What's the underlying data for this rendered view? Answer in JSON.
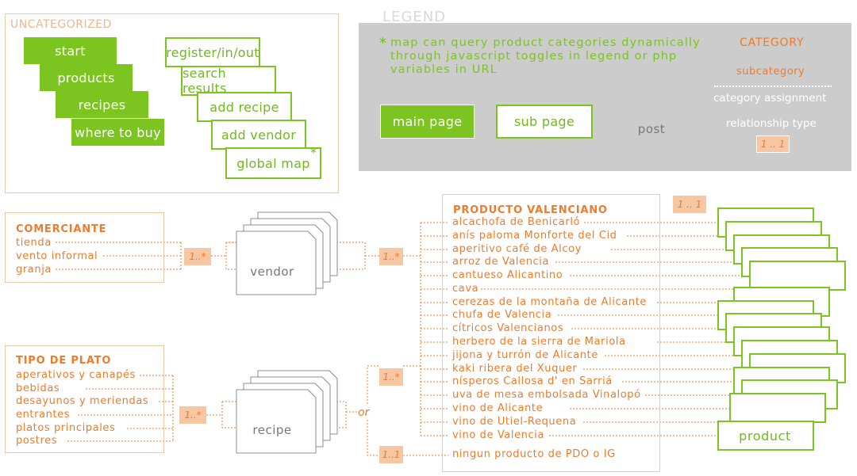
{
  "uncategorized": {
    "title": "UNCATEGORIZED",
    "main_pages": [
      "start",
      "products",
      "recipes",
      "where to buy"
    ],
    "sub_pages": [
      "register/in/out",
      "search results",
      "add recipe",
      "add vendor",
      "global map"
    ],
    "global_map_asterisk": "*"
  },
  "legend": {
    "title": "LEGEND",
    "note_asterisk": "*",
    "note_lines": [
      "map can query product categories dynamically",
      "through javascript toggles in legend or php",
      "variables in URL"
    ],
    "main_page_label": "main page",
    "sub_page_label": "sub page",
    "post_label": "post",
    "category_label": "CATEGORY",
    "subcategory_label": "subcategory",
    "category_assignment_label": "category assignment",
    "relationship_type_label": "relationship type",
    "relationship_example": "1 .. 1"
  },
  "comerciante": {
    "title": "COMERCIANTE",
    "items": [
      "tienda",
      "vento informal",
      "granja"
    ],
    "cardinality": "1..*"
  },
  "vendor": {
    "label": "vendor",
    "cardinality": "1..*"
  },
  "tipo_de_plato": {
    "title": "TIPO DE PLATO",
    "items": [
      "aperativos y canapés",
      "bebidas",
      "desayunos y meriendas",
      "entrantes",
      "platos principales",
      "postres"
    ],
    "cardinality": "1..*"
  },
  "recipe": {
    "label": "recipe",
    "or_label": "or",
    "cardinality_products": "1..*",
    "cardinality_none": "1..1"
  },
  "producto": {
    "title": "PRODUCTO VALENCIANO",
    "items": [
      "alcachofa de Benicarló",
      "anís paloma Monforte del Cid",
      "aperitivo café de Alcoy",
      "arroz de Valencia",
      "cantueso Alicantino",
      "cava",
      "cerezas de la montaña de Alicante",
      "chufa de Valencia",
      "cítricos Valencianos",
      "herbero de la sierra de Mariola",
      "jijona y turrón de Alicante",
      "kaki ribera del Xuquer",
      "nísperos Callosa d' en Sarriá",
      "uva de mesa embolsada Vinalopó",
      "vino de Alicante",
      "vino de Utiel-Requena",
      "vino de Valencia"
    ],
    "none_label": "ningun producto de PDO o IG",
    "cardinality": "1 .. 1"
  },
  "product": {
    "label": "product"
  },
  "colors": {
    "green": "#7cc41f",
    "orange": "#ee7b2c",
    "orange_light": "#f7c6a3",
    "legend_bg": "#cccccc"
  }
}
